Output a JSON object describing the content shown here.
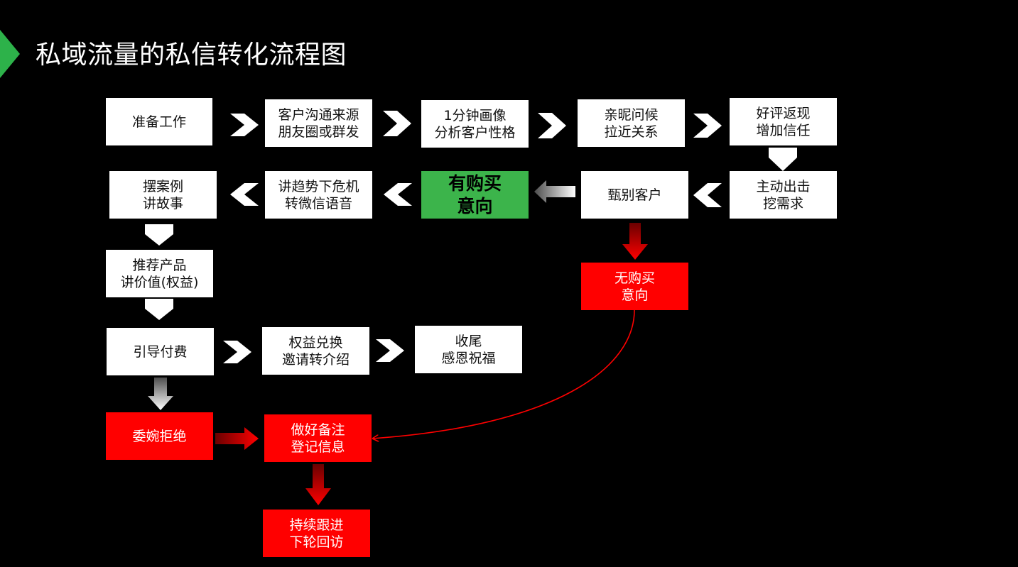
{
  "title": "私域流量的私信转化流程图",
  "colors": {
    "background": "#000000",
    "accent": "#2db24a",
    "box_default": "#ffffff",
    "box_highlight": "#3cb44b",
    "box_negative": "#ff0000",
    "arrow_white": "#ffffff",
    "arrow_red": "#ff0000"
  },
  "nodes": {
    "prepare": [
      "准备工作"
    ],
    "source": [
      "客户沟通来源",
      "朋友圈或群发"
    ],
    "profile": [
      "1分钟画像",
      "分析客户性格"
    ],
    "greet": [
      "亲昵问候",
      "拉近关系"
    ],
    "review": [
      "好评返现",
      "增加信任"
    ],
    "dig": [
      "主动出击",
      "挖需求"
    ],
    "screen": [
      "甄别客户"
    ],
    "intent": [
      "有购买",
      "意向"
    ],
    "crisis": [
      "讲趋势下危机",
      "转微信语音"
    ],
    "case": [
      "摆案例",
      "讲故事"
    ],
    "recommend": [
      "推荐产品",
      "讲价值(权益)"
    ],
    "pay": [
      "引导付费"
    ],
    "redeem": [
      "权益兑换",
      "邀请转介绍"
    ],
    "close": [
      "收尾",
      "感恩祝福"
    ],
    "no_intent": [
      "无购买",
      "意向"
    ],
    "refuse": [
      "委婉拒绝"
    ],
    "note": [
      "做好备注",
      "登记信息"
    ],
    "follow": [
      "持续跟进",
      "下轮回访"
    ]
  }
}
